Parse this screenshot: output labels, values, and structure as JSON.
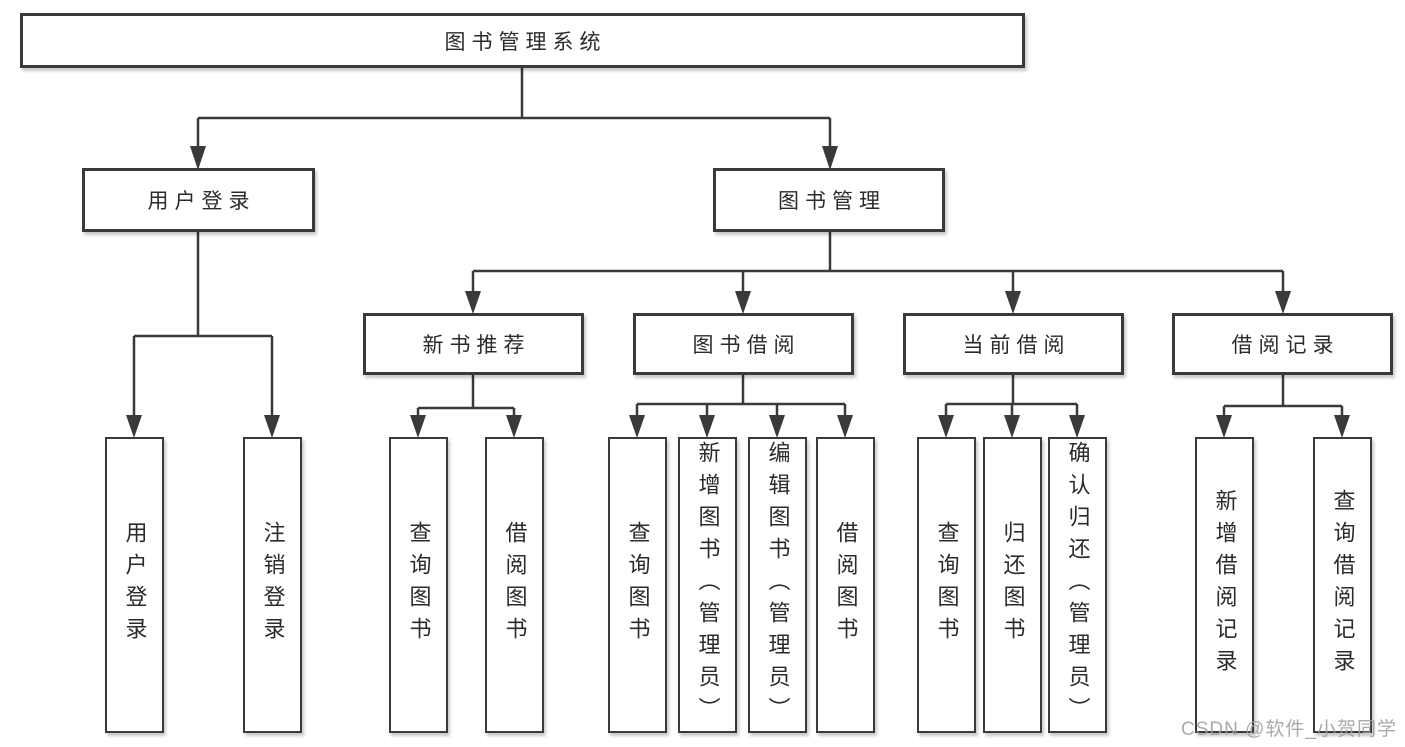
{
  "diagram": {
    "type": "hierarchy-tree",
    "root": {
      "label": "图书管理系统"
    },
    "level2": [
      {
        "label": "用户登录"
      },
      {
        "label": "图书管理"
      }
    ],
    "level3": [
      {
        "label": "新书推荐",
        "parent": "图书管理"
      },
      {
        "label": "图书借阅",
        "parent": "图书管理"
      },
      {
        "label": "当前借阅",
        "parent": "图书管理"
      },
      {
        "label": "借阅记录",
        "parent": "图书管理"
      }
    ],
    "leaves": [
      {
        "label": "用户登录",
        "parent": "用户登录"
      },
      {
        "label": "注销登录",
        "parent": "用户登录"
      },
      {
        "label": "查询图书",
        "parent": "新书推荐"
      },
      {
        "label": "借阅图书",
        "parent": "新书推荐"
      },
      {
        "label": "查询图书",
        "parent": "图书借阅"
      },
      {
        "label": "新增图书（管理员）",
        "parent": "图书借阅"
      },
      {
        "label": "编辑图书（管理员）",
        "parent": "图书借阅"
      },
      {
        "label": "借阅图书",
        "parent": "图书借阅"
      },
      {
        "label": "查询图书",
        "parent": "当前借阅"
      },
      {
        "label": "归还图书",
        "parent": "当前借阅"
      },
      {
        "label": "确认归还（管理员）",
        "parent": "当前借阅"
      },
      {
        "label": "新增借阅记录",
        "parent": "借阅记录"
      },
      {
        "label": "查询借阅记录",
        "parent": "借阅记录"
      }
    ]
  },
  "watermark": {
    "text": "CSDN @软件_小贺同学"
  },
  "colors": {
    "line": "#3a3a3a",
    "box_border": "#3a3a3a",
    "box_fill": "#ffffff",
    "text": "#2b2b2b",
    "watermark": "#9e9e9e",
    "background": "#ffffff"
  }
}
